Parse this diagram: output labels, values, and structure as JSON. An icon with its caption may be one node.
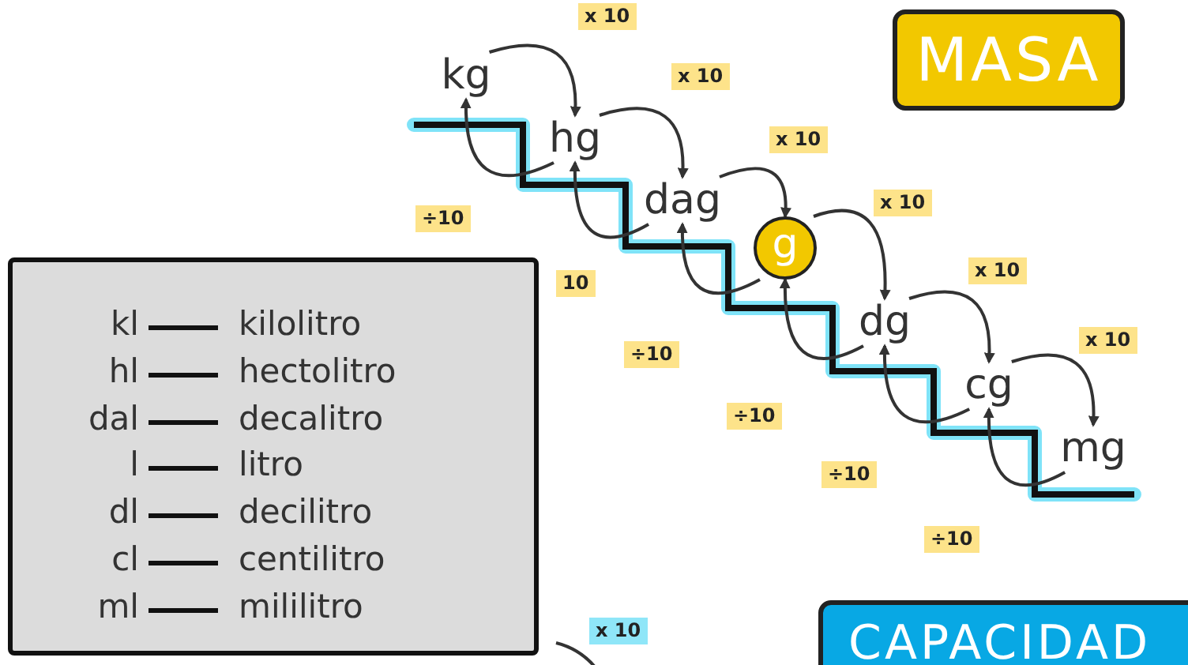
{
  "diagram": {
    "nodes": [
      {
        "text": [
          "MASA"
        ]
      },
      {
        "text": [
          "kg"
        ]
      },
      {
        "text": [
          "hg"
        ]
      },
      {
        "text": [
          "dag"
        ]
      },
      {
        "text": [
          "g"
        ]
      },
      {
        "text": [
          "dg"
        ]
      },
      {
        "text": [
          "cg"
        ]
      },
      {
        "text": [
          "mg"
        ]
      },
      {
        "text": [
          "kl",
          "kilolitro",
          "hl",
          "hectolitro",
          "dal",
          "decalitro",
          "l",
          "litro",
          "dl",
          "decilitro",
          "cl",
          "centilitro",
          "ml",
          "mililitro"
        ]
      },
      {
        "text": [
          "CAPACIDAD"
        ]
      }
    ],
    "edges": [
      {
        "from": 1,
        "to": 2,
        "arrow": "to",
        "label": "x 10"
      },
      {
        "from": 2,
        "to": 3,
        "arrow": "to",
        "label": "x 10"
      },
      {
        "from": 3,
        "to": 4,
        "arrow": "to",
        "label": "x 10"
      },
      {
        "from": 4,
        "to": 5,
        "arrow": "to",
        "label": "x 10"
      },
      {
        "from": 5,
        "to": 6,
        "arrow": "to",
        "label": "x 10"
      },
      {
        "from": 6,
        "to": 7,
        "arrow": "to",
        "label": "x 10"
      },
      {
        "from": 2,
        "to": 1,
        "arrow": "to",
        "label": "÷10"
      },
      {
        "from": 3,
        "to": 2,
        "arrow": "to",
        "label": "10"
      },
      {
        "from": 4,
        "to": 3,
        "arrow": "to",
        "label": "÷10"
      },
      {
        "from": 5,
        "to": 4,
        "arrow": "to",
        "label": "÷10"
      },
      {
        "from": 6,
        "to": 5,
        "arrow": "to",
        "label": "÷10"
      },
      {
        "from": 7,
        "to": 6,
        "arrow": "to",
        "label": "÷10"
      }
    ],
    "labels": [
      "x 10"
    ]
  }
}
